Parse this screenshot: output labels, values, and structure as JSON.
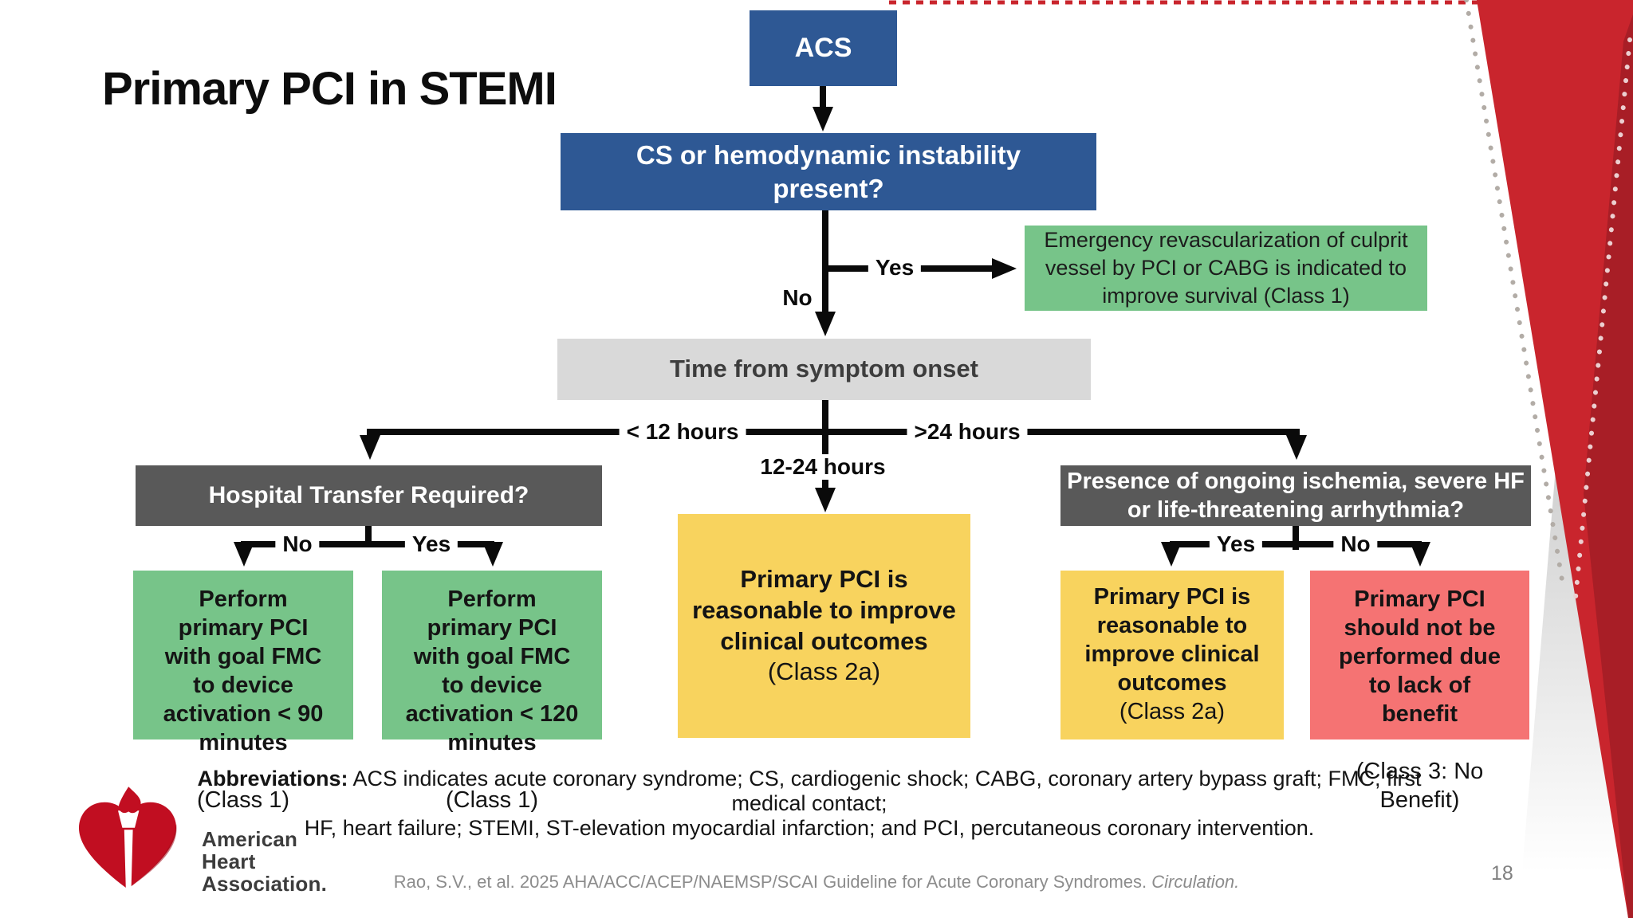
{
  "slide": {
    "title": "Primary PCI in STEMI",
    "page_number": "18",
    "footer": {
      "citation": "Rao, S.V., et al. 2025 AHA/ACC/ACEP/NAEMSP/SCAI Guideline for Acute Coronary Syndromes. ",
      "citation_journal": "Circulation."
    },
    "logo": {
      "heart_icon": "aha-heart-torch-icon",
      "org_line1": "American",
      "org_line2": "Heart",
      "org_line3": "Association."
    }
  },
  "flowchart": {
    "nodes": {
      "acs": {
        "label": "ACS"
      },
      "cs_question": {
        "label": "CS or hemodynamic instability\npresent?"
      },
      "emergency": {
        "label": "Emergency revascularization of culprit\nvessel by PCI or CABG is indicated to\nimprove survival (Class 1)"
      },
      "time_onset": {
        "label": "Time from symptom onset"
      },
      "hospital_transfer": {
        "label": "Hospital Transfer Required?"
      },
      "pci_90": {
        "main": "Perform\nprimary PCI\nwith goal FMC\nto device\nactivation < 90\nminutes",
        "class_label": "(Class 1)"
      },
      "pci_120": {
        "main": "Perform\nprimary PCI\nwith goal FMC\nto device\nactivation < 120\nminutes",
        "class_label": "(Class 1)"
      },
      "pci_12_24": {
        "main": "Primary PCI is\nreasonable to improve\nclinical outcomes",
        "class_label": "(Class 2a)"
      },
      "ischemia_question": {
        "label": "Presence of ongoing ischemia, severe HF\nor life-threatening arrhythmia?"
      },
      "pci_reasonable": {
        "main": "Primary PCI is\nreasonable to\nimprove clinical\noutcomes",
        "class_label": "(Class 2a)"
      },
      "pci_not_recommended": {
        "main": "Primary PCI\nshould not be\nperformed due\nto lack of\nbenefit",
        "class_label": "(Class 3: No\nBenefit)"
      }
    },
    "edge_labels": {
      "yes1": "Yes",
      "no1": "No",
      "lt12": "< 12 hours",
      "h12_24": "12-24 hours",
      "gt24": ">24 hours",
      "no2": "No",
      "yes2": "Yes",
      "yes3": "Yes",
      "no3": "No"
    }
  },
  "abbreviations": {
    "label": "Abbreviations:",
    "line1": " ACS indicates acute coronary syndrome; CS, cardiogenic shock; CABG, coronary artery bypass graft; FMC, first",
    "line2": "medical contact;",
    "line3": "HF, heart failure; STEMI, ST-elevation myocardial infarction; and PCI, percutaneous coronary intervention."
  },
  "colors": {
    "blue_node": "#2e5894",
    "green_node": "#77c489",
    "light_gray_node": "#d9d9d9",
    "dark_gray_node": "#595959",
    "yellow_node": "#f8d35e",
    "red_node": "#f57373",
    "decoration_red": "#c9252d",
    "decoration_dark_red": "#a81e26",
    "aha_logo_red": "#c10e21",
    "connector_black": "#0a0a0a"
  }
}
